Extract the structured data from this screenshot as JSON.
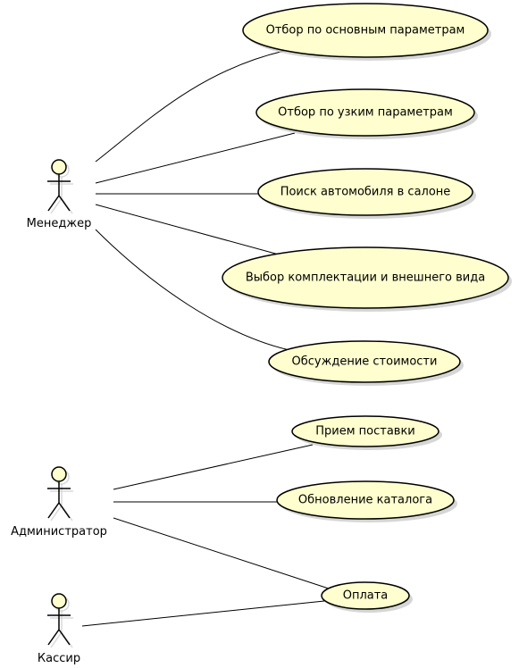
{
  "colors": {
    "usecase_fill": "#FEFECE",
    "stroke": "#000000",
    "shadow": "#c8c8c8",
    "background": "#ffffff"
  },
  "actors": [
    {
      "id": "manager",
      "name": "Менеджер"
    },
    {
      "id": "admin",
      "name": "Администратор"
    },
    {
      "id": "cashier",
      "name": "Кассир"
    }
  ],
  "use_cases": [
    {
      "id": "uc1",
      "label": "Отбор по основным параметрам"
    },
    {
      "id": "uc2",
      "label": "Отбор по узким параметрам"
    },
    {
      "id": "uc3",
      "label": "Поиск автомобиля в салоне"
    },
    {
      "id": "uc4",
      "label": "Выбор комплектации и внешнего вида"
    },
    {
      "id": "uc5",
      "label": "Обсуждение стоимости"
    },
    {
      "id": "uc6",
      "label": "Прием поставки"
    },
    {
      "id": "uc7",
      "label": "Обновление каталога"
    },
    {
      "id": "uc8",
      "label": "Оплата"
    }
  ],
  "associations": [
    {
      "from": "manager",
      "to": "uc1"
    },
    {
      "from": "manager",
      "to": "uc2"
    },
    {
      "from": "manager",
      "to": "uc3"
    },
    {
      "from": "manager",
      "to": "uc4"
    },
    {
      "from": "manager",
      "to": "uc5"
    },
    {
      "from": "admin",
      "to": "uc6"
    },
    {
      "from": "admin",
      "to": "uc7"
    },
    {
      "from": "admin",
      "to": "uc8"
    },
    {
      "from": "cashier",
      "to": "uc8"
    }
  ]
}
